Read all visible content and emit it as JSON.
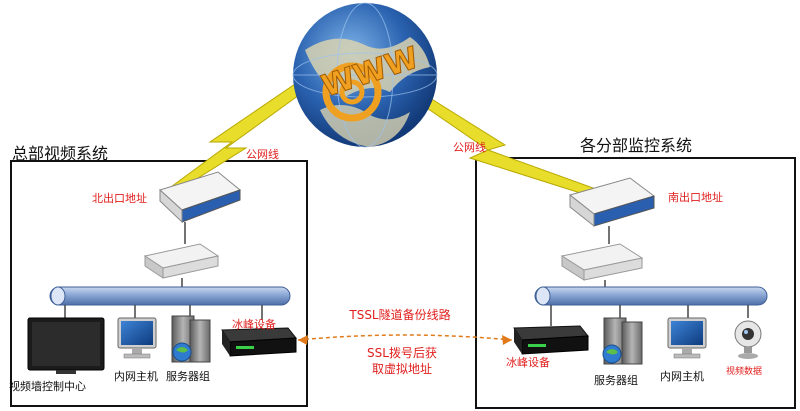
{
  "colors": {
    "accent_red": "#e0201e",
    "lightning": "#e8dd2a",
    "link_orange": "#e07a1a",
    "bus_blue": "#6f8fc0",
    "frame": "#111111"
  },
  "globe": {
    "text": "WWW",
    "icon": "www-globe-icon"
  },
  "headquarters": {
    "title": "总部视频系统",
    "link_label": "公网线",
    "router_label": "北出口地址",
    "devices": {
      "video_wall": "视频墙控制中心",
      "intranet_host": "内网主机",
      "server_group": "服务器组",
      "bingfeng_device": "冰峰设备"
    }
  },
  "branch": {
    "title": "各分部监控系统",
    "link_label": "公网线",
    "router_label": "南出口地址",
    "devices": {
      "bingfeng_device": "冰峰设备",
      "server_group": "服务器组",
      "intranet_host": "内网主机",
      "video_data": "视频数据"
    }
  },
  "tunnel": {
    "line1": "TSSL隧道备份线路",
    "line2": "SSL拨号后获",
    "line3": "取虚拟地址"
  }
}
